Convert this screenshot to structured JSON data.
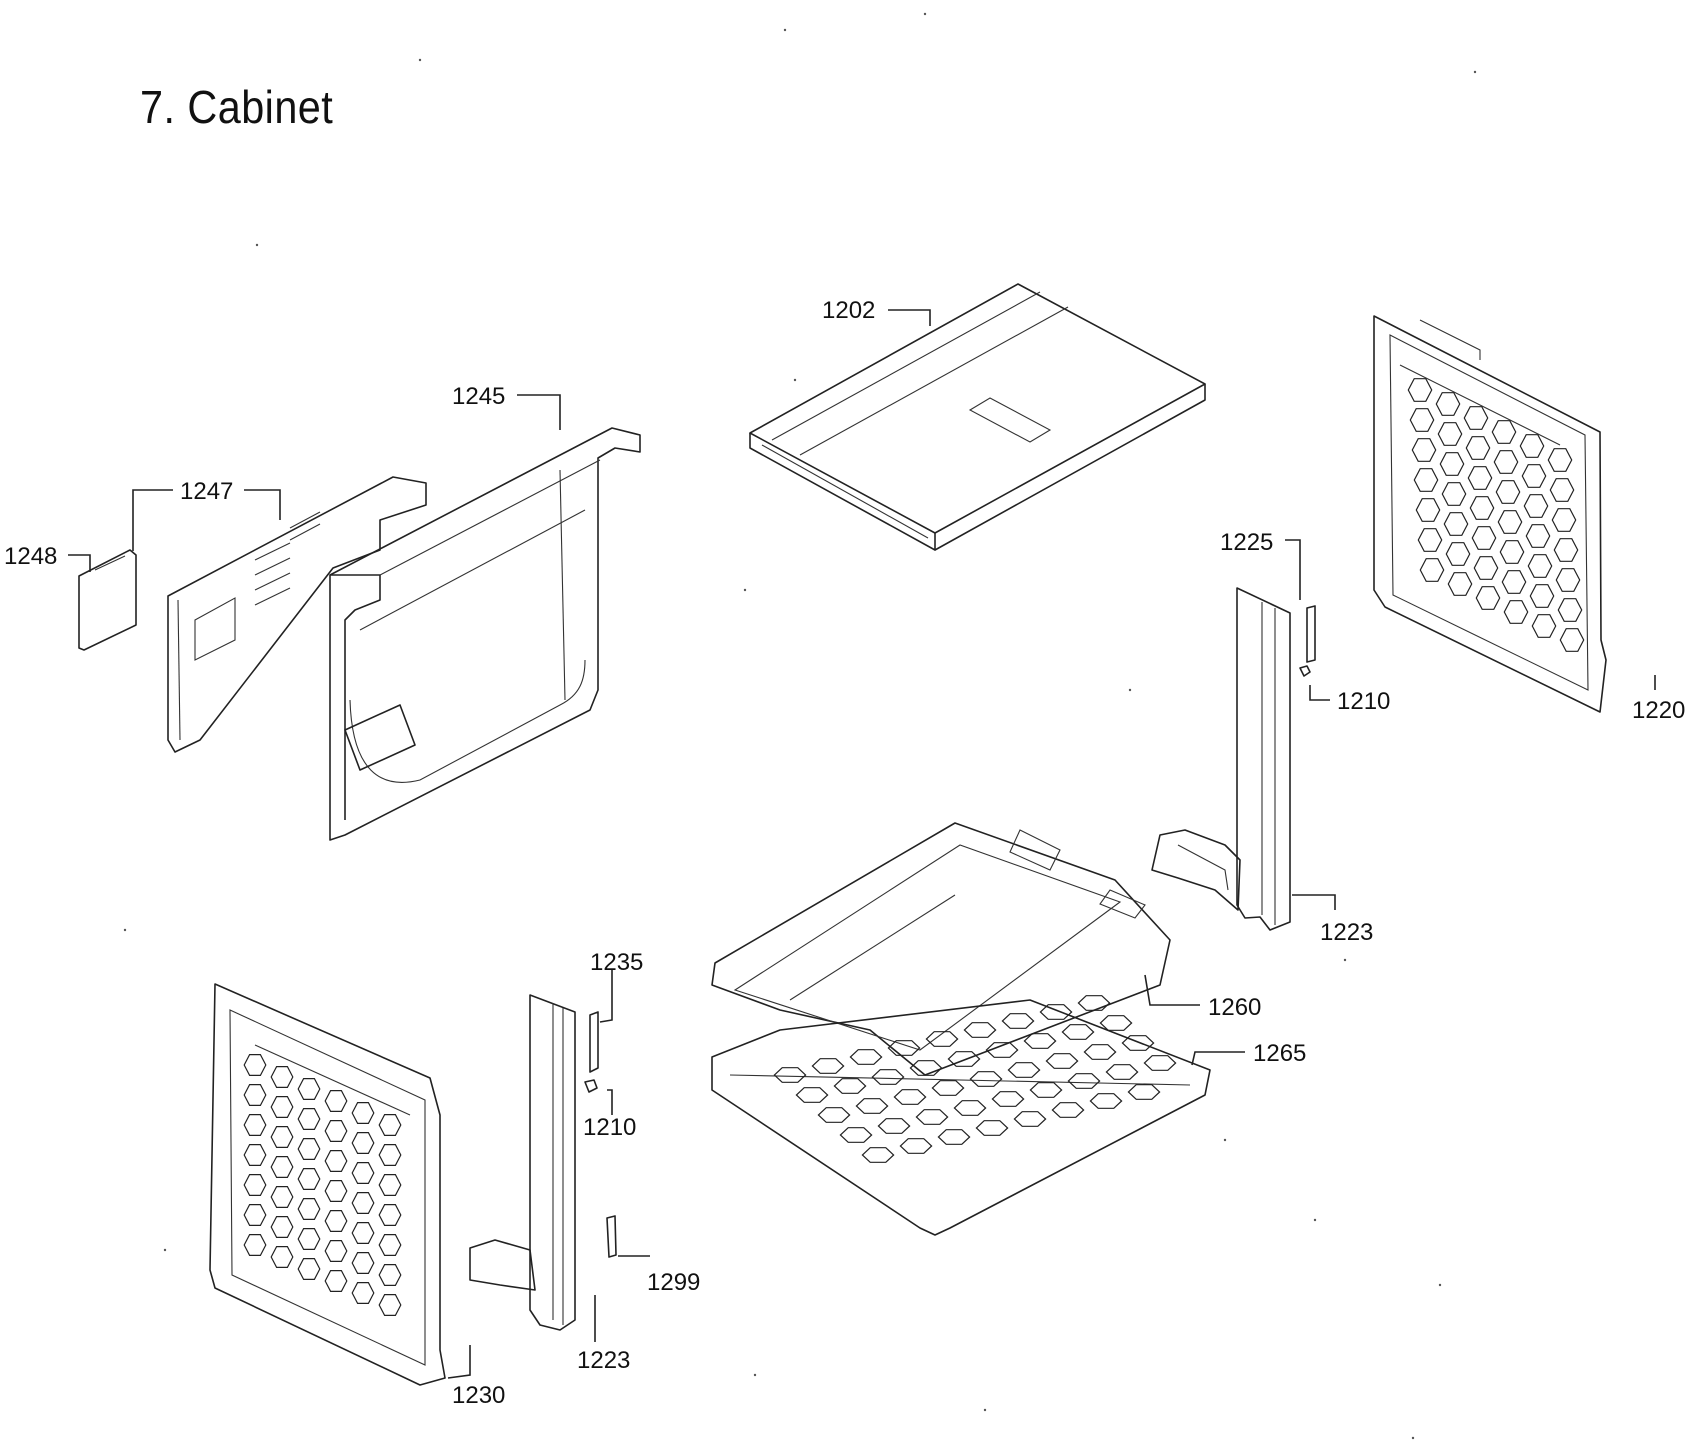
{
  "title": "7. Cabinet",
  "labels": {
    "l1202": "1202",
    "l1245": "1245",
    "l1247": "1247",
    "l1248": "1248",
    "l1225": "1225",
    "l1210a": "1210",
    "l1220": "1220",
    "l1223a": "1223",
    "l1260": "1260",
    "l1265": "1265",
    "l1235": "1235",
    "l1210b": "1210",
    "l1299": "1299",
    "l1223b": "1223",
    "l1230": "1230"
  }
}
